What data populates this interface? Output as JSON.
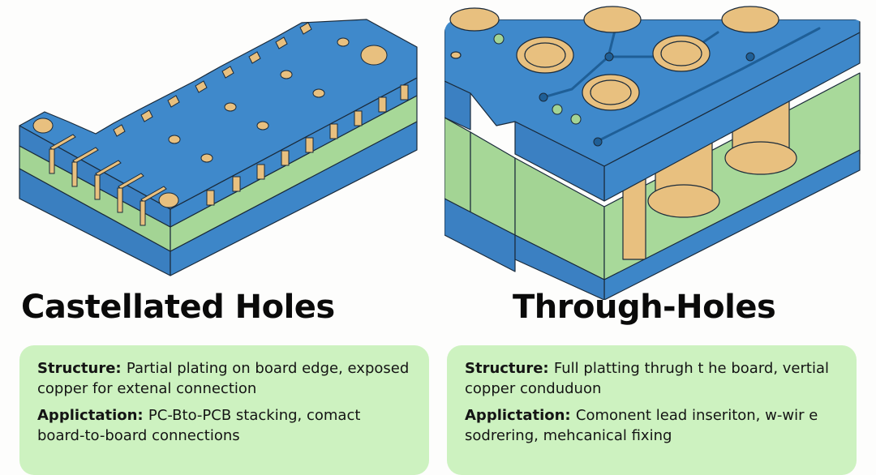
{
  "panels": [
    {
      "id": "castellated",
      "title": "Castellated Holes",
      "illustration": "isometric-pcb-castellated-edge-icon",
      "structure_label": "Structure:",
      "structure_text": "Partial plating on board edge, exposed copper for extenal connection",
      "application_label": "Applictation:",
      "application_text": "PC-Bto-PCB stacking, comact board-to-board connections"
    },
    {
      "id": "through-hole",
      "title": "Through-Holes",
      "illustration": "isometric-pcb-through-hole-cutaway-icon",
      "structure_label": "Structure:",
      "structure_text": "Full platting thrugh t he board, vertial copper conduduon",
      "application_label": "Applictation:",
      "application_text": "Comonent lead inseriton, w-wir e sodrering, mehcanical fixing"
    }
  ],
  "colors": {
    "board_blue": "#3d85c6",
    "core_green": "#a3d494",
    "copper": "#e8c07f",
    "card_bg": "#cdf2c0",
    "outline": "#1a2a3a"
  }
}
